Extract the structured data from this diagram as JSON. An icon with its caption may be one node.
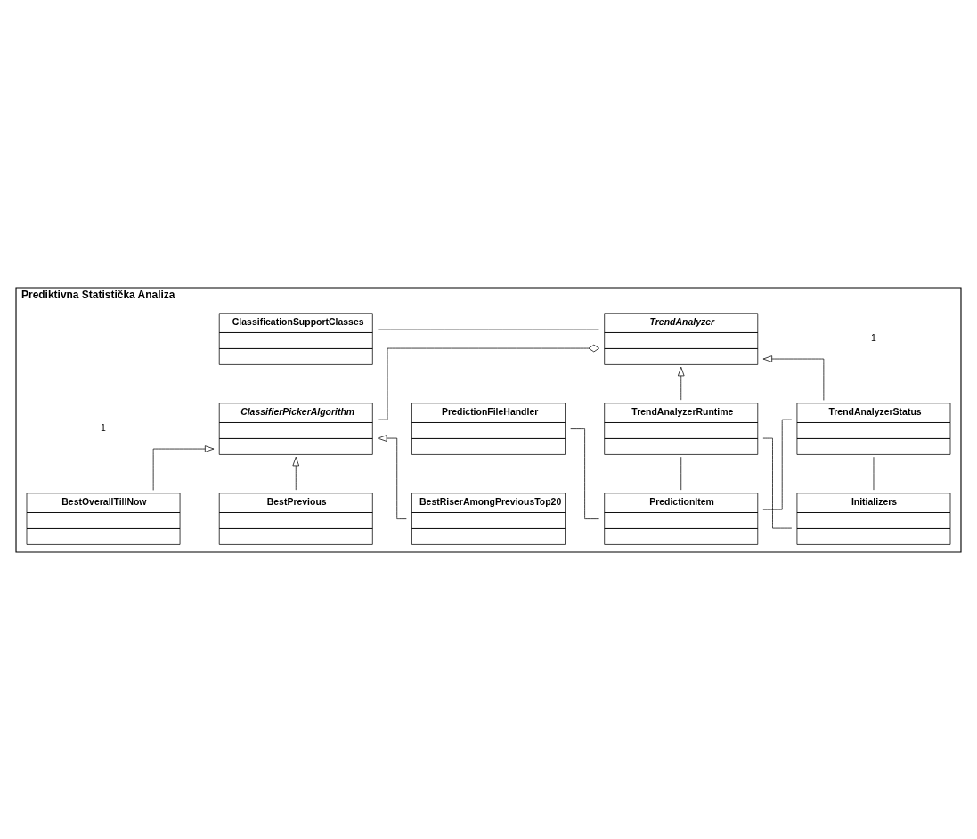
{
  "diagram": {
    "nodes": [
      {
        "text": [
          "Prediktivna Statistička Analiza"
        ]
      },
      {
        "text": [
          "TrendAnalyzer"
        ],
        "in": 0
      },
      {
        "text": [
          "ClassificationSupportClasses"
        ],
        "in": 0
      },
      {
        "text": [
          "TrendAnalyzerStatus"
        ],
        "in": 0
      },
      {
        "text": [
          "TrendAnalyzerRuntime"
        ],
        "in": 0
      },
      {
        "text": [
          "PredictionFileHandler"
        ],
        "in": 0
      },
      {
        "text": [
          "Initializers"
        ],
        "in": 0
      },
      {
        "text": [
          "PredictionItem"
        ],
        "in": 0
      },
      {
        "text": [
          "ClassifierPickerAlgorithm"
        ],
        "in": 0
      },
      {
        "text": [
          "BestOverallTillNow"
        ],
        "in": 0
      },
      {
        "text": [
          "BestPrevious"
        ],
        "in": 0
      },
      {
        "text": [
          "BestRiserAmongPreviousTop20"
        ],
        "in": 0
      }
    ],
    "edges": [
      {
        "from": 1,
        "to": 2,
        "arrow": "none"
      },
      {
        "from": 3,
        "to": 1,
        "arrow": "to"
      },
      {
        "from": 4,
        "to": 1,
        "arrow": "to"
      },
      {
        "from": 8,
        "to": 1,
        "arrow": "other"
      },
      {
        "from": 3,
        "to": 6,
        "arrow": "none"
      },
      {
        "from": 3,
        "to": 7,
        "arrow": "none"
      },
      {
        "from": 4,
        "to": 6,
        "arrow": "none"
      },
      {
        "from": 4,
        "to": 7,
        "arrow": "none"
      },
      {
        "from": 5,
        "to": 7,
        "arrow": "none"
      },
      {
        "from": 9,
        "to": 8,
        "arrow": "to"
      },
      {
        "from": 10,
        "to": 8,
        "arrow": "to"
      },
      {
        "from": 11,
        "to": 8,
        "arrow": "to"
      }
    ],
    "labels": [
      "1",
      "1"
    ]
  }
}
